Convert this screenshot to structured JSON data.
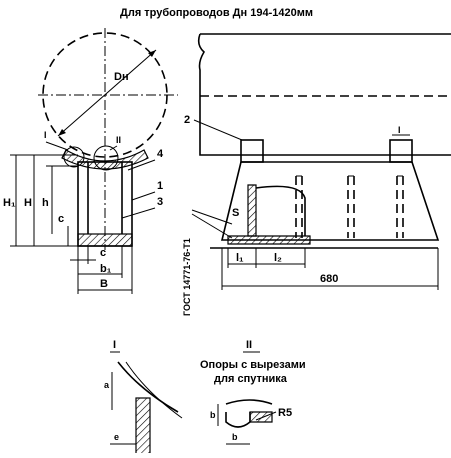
{
  "title": "Для трубопроводов Дн 194-1420мм",
  "standard": "ГОСТ 14771-76-Т1",
  "dims": {
    "dn": "Dн",
    "H1": "H₁",
    "H": "H",
    "h": "h",
    "c_vert": "c",
    "c_bot": "c",
    "b1": "b₁",
    "B": "B",
    "S": "S",
    "l1": "l₁",
    "l2": "l₂",
    "len680": "680",
    "a": "a",
    "e": "e",
    "b_left": "b",
    "b_bottom": "b",
    "R5": "R5"
  },
  "callouts": {
    "n1": "1",
    "n2": "2",
    "n3": "3",
    "n4": "4",
    "I_left": "I",
    "II_top": "II",
    "I_side": "I"
  },
  "details": {
    "I_title": "I",
    "II_title": "II",
    "caption_line1": "Опоры с вырезами",
    "caption_line2": "для спутника"
  }
}
